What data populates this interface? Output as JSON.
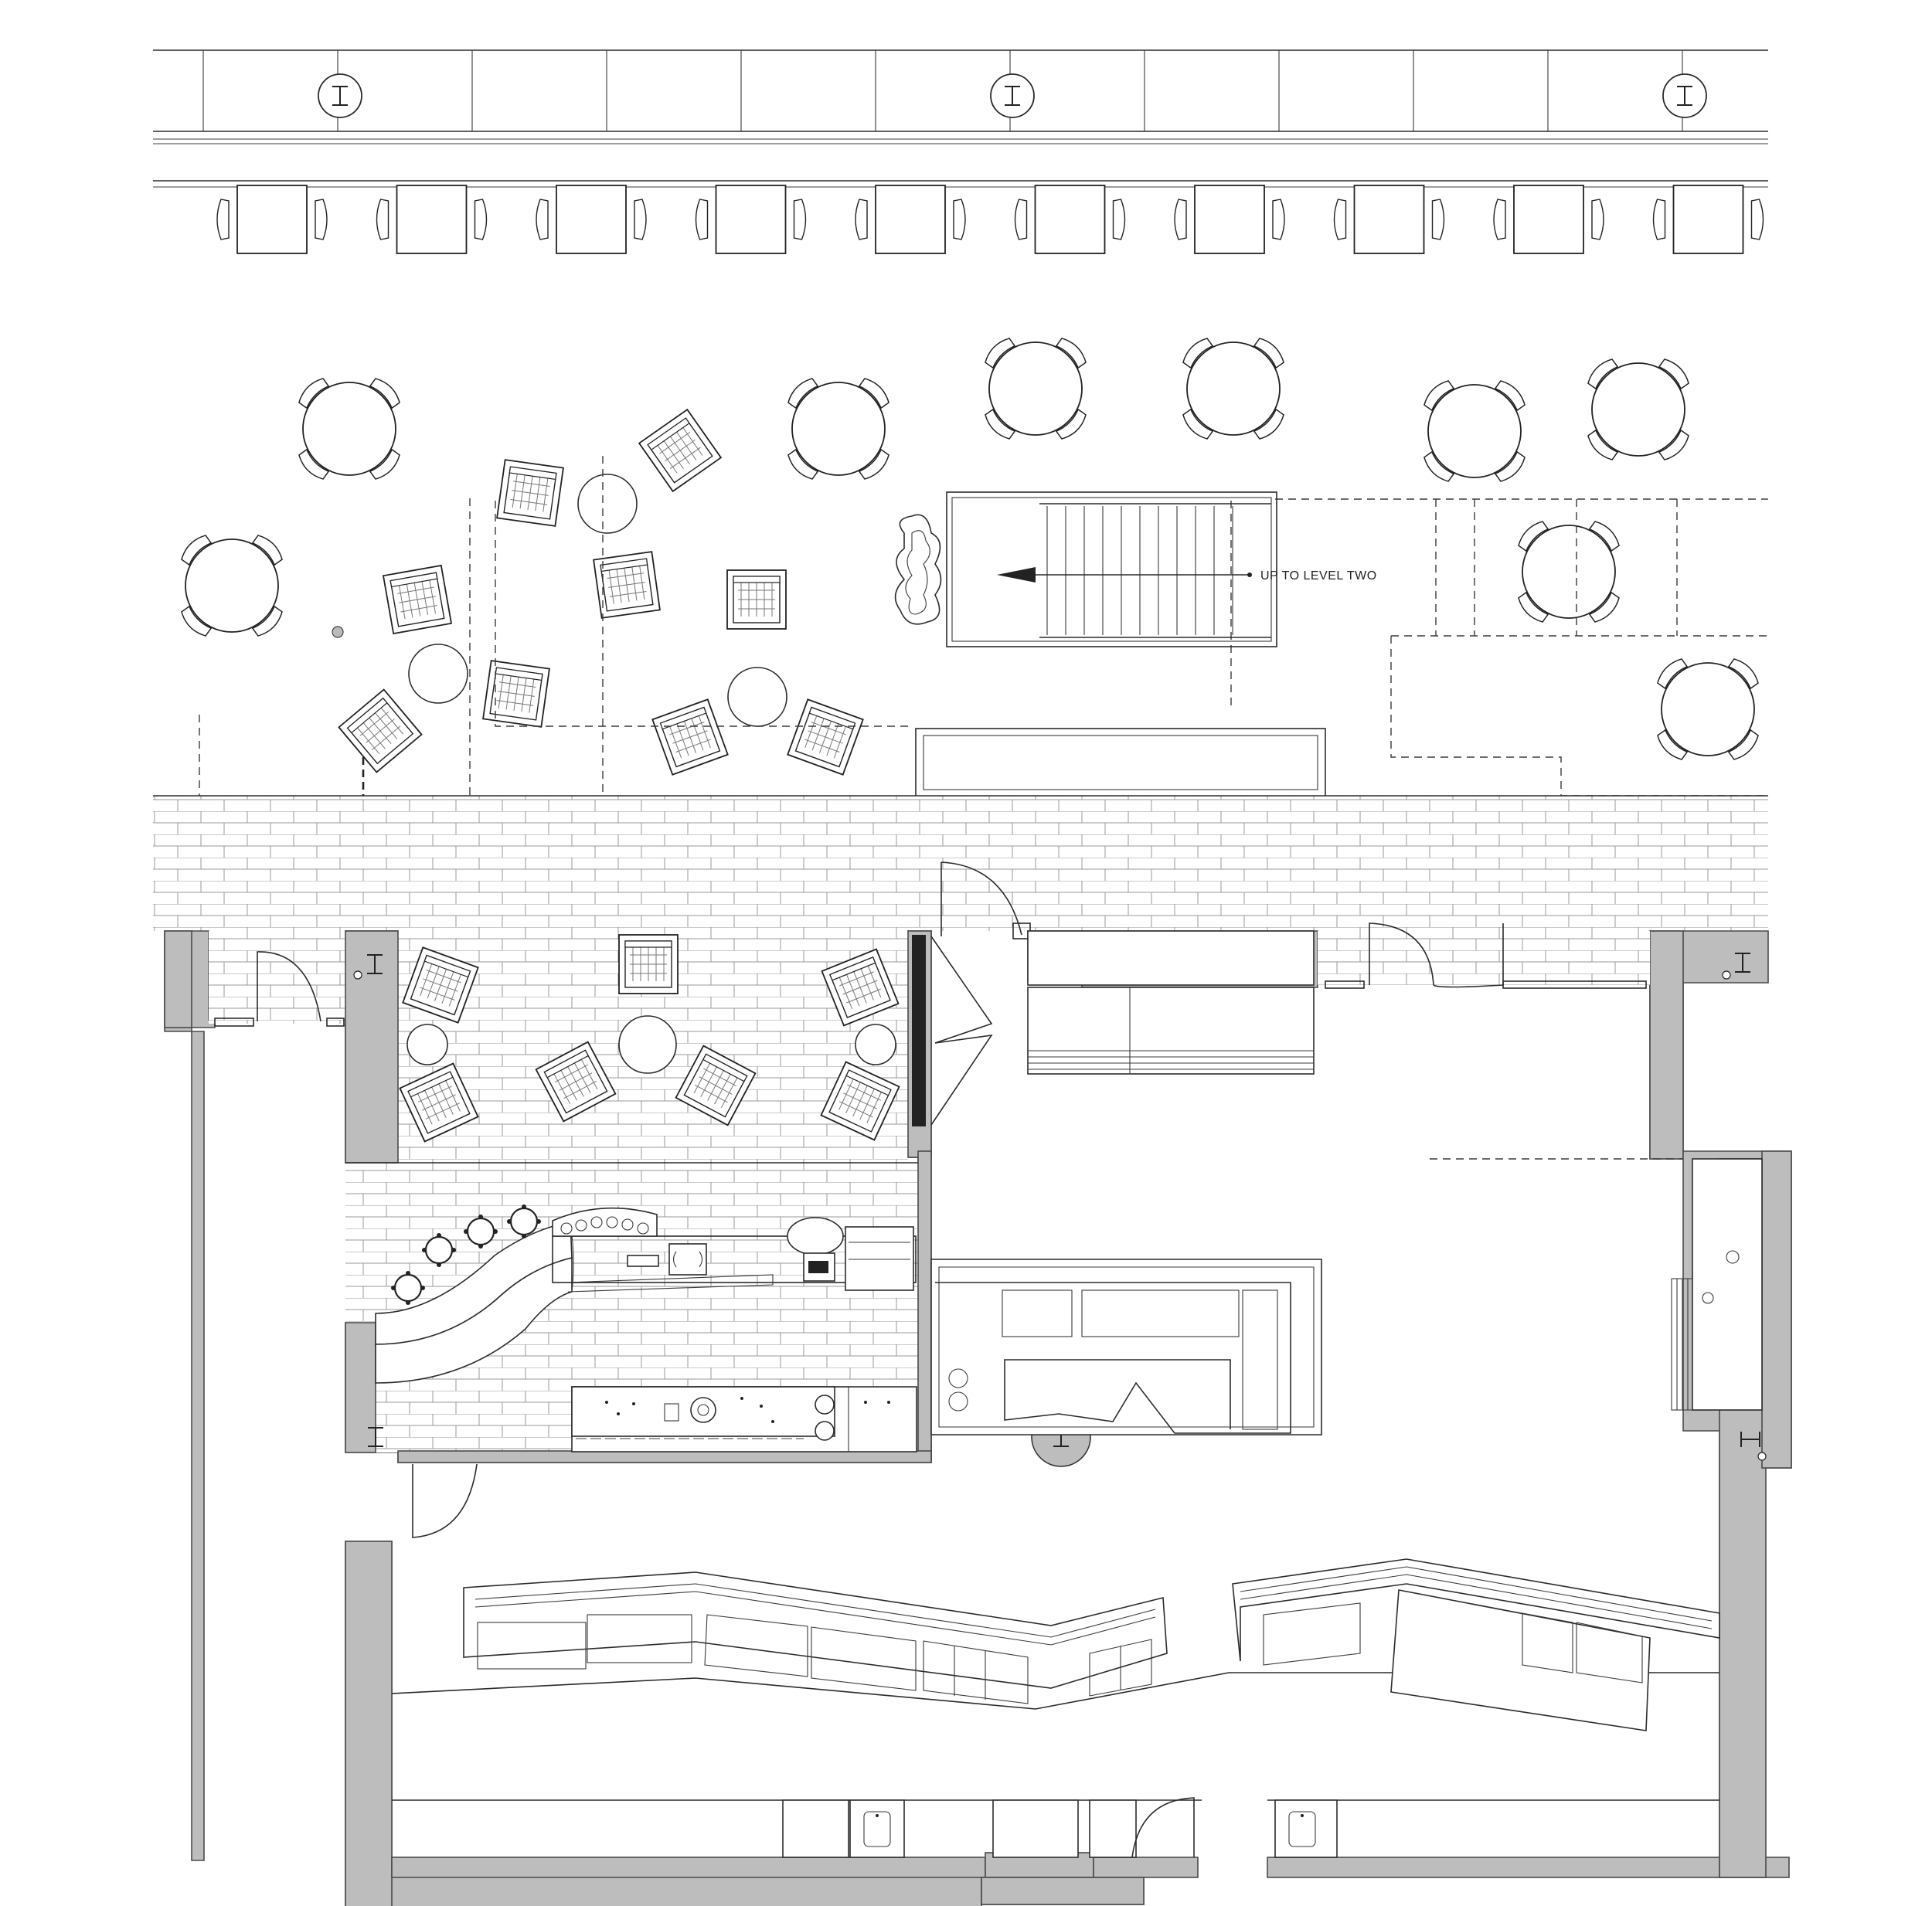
{
  "drawing": {
    "annotations": {
      "stair_label": "UP TO LEVEL TWO"
    }
  },
  "colors": {
    "line": "#2b2b2b",
    "wall_fill": "#bdbdbd",
    "background": "#ffffff",
    "brick_line": "#8a8a8a"
  },
  "icons": {
    "structural_column": "i-beam-symbol",
    "stair_direction": "arrow-left"
  }
}
